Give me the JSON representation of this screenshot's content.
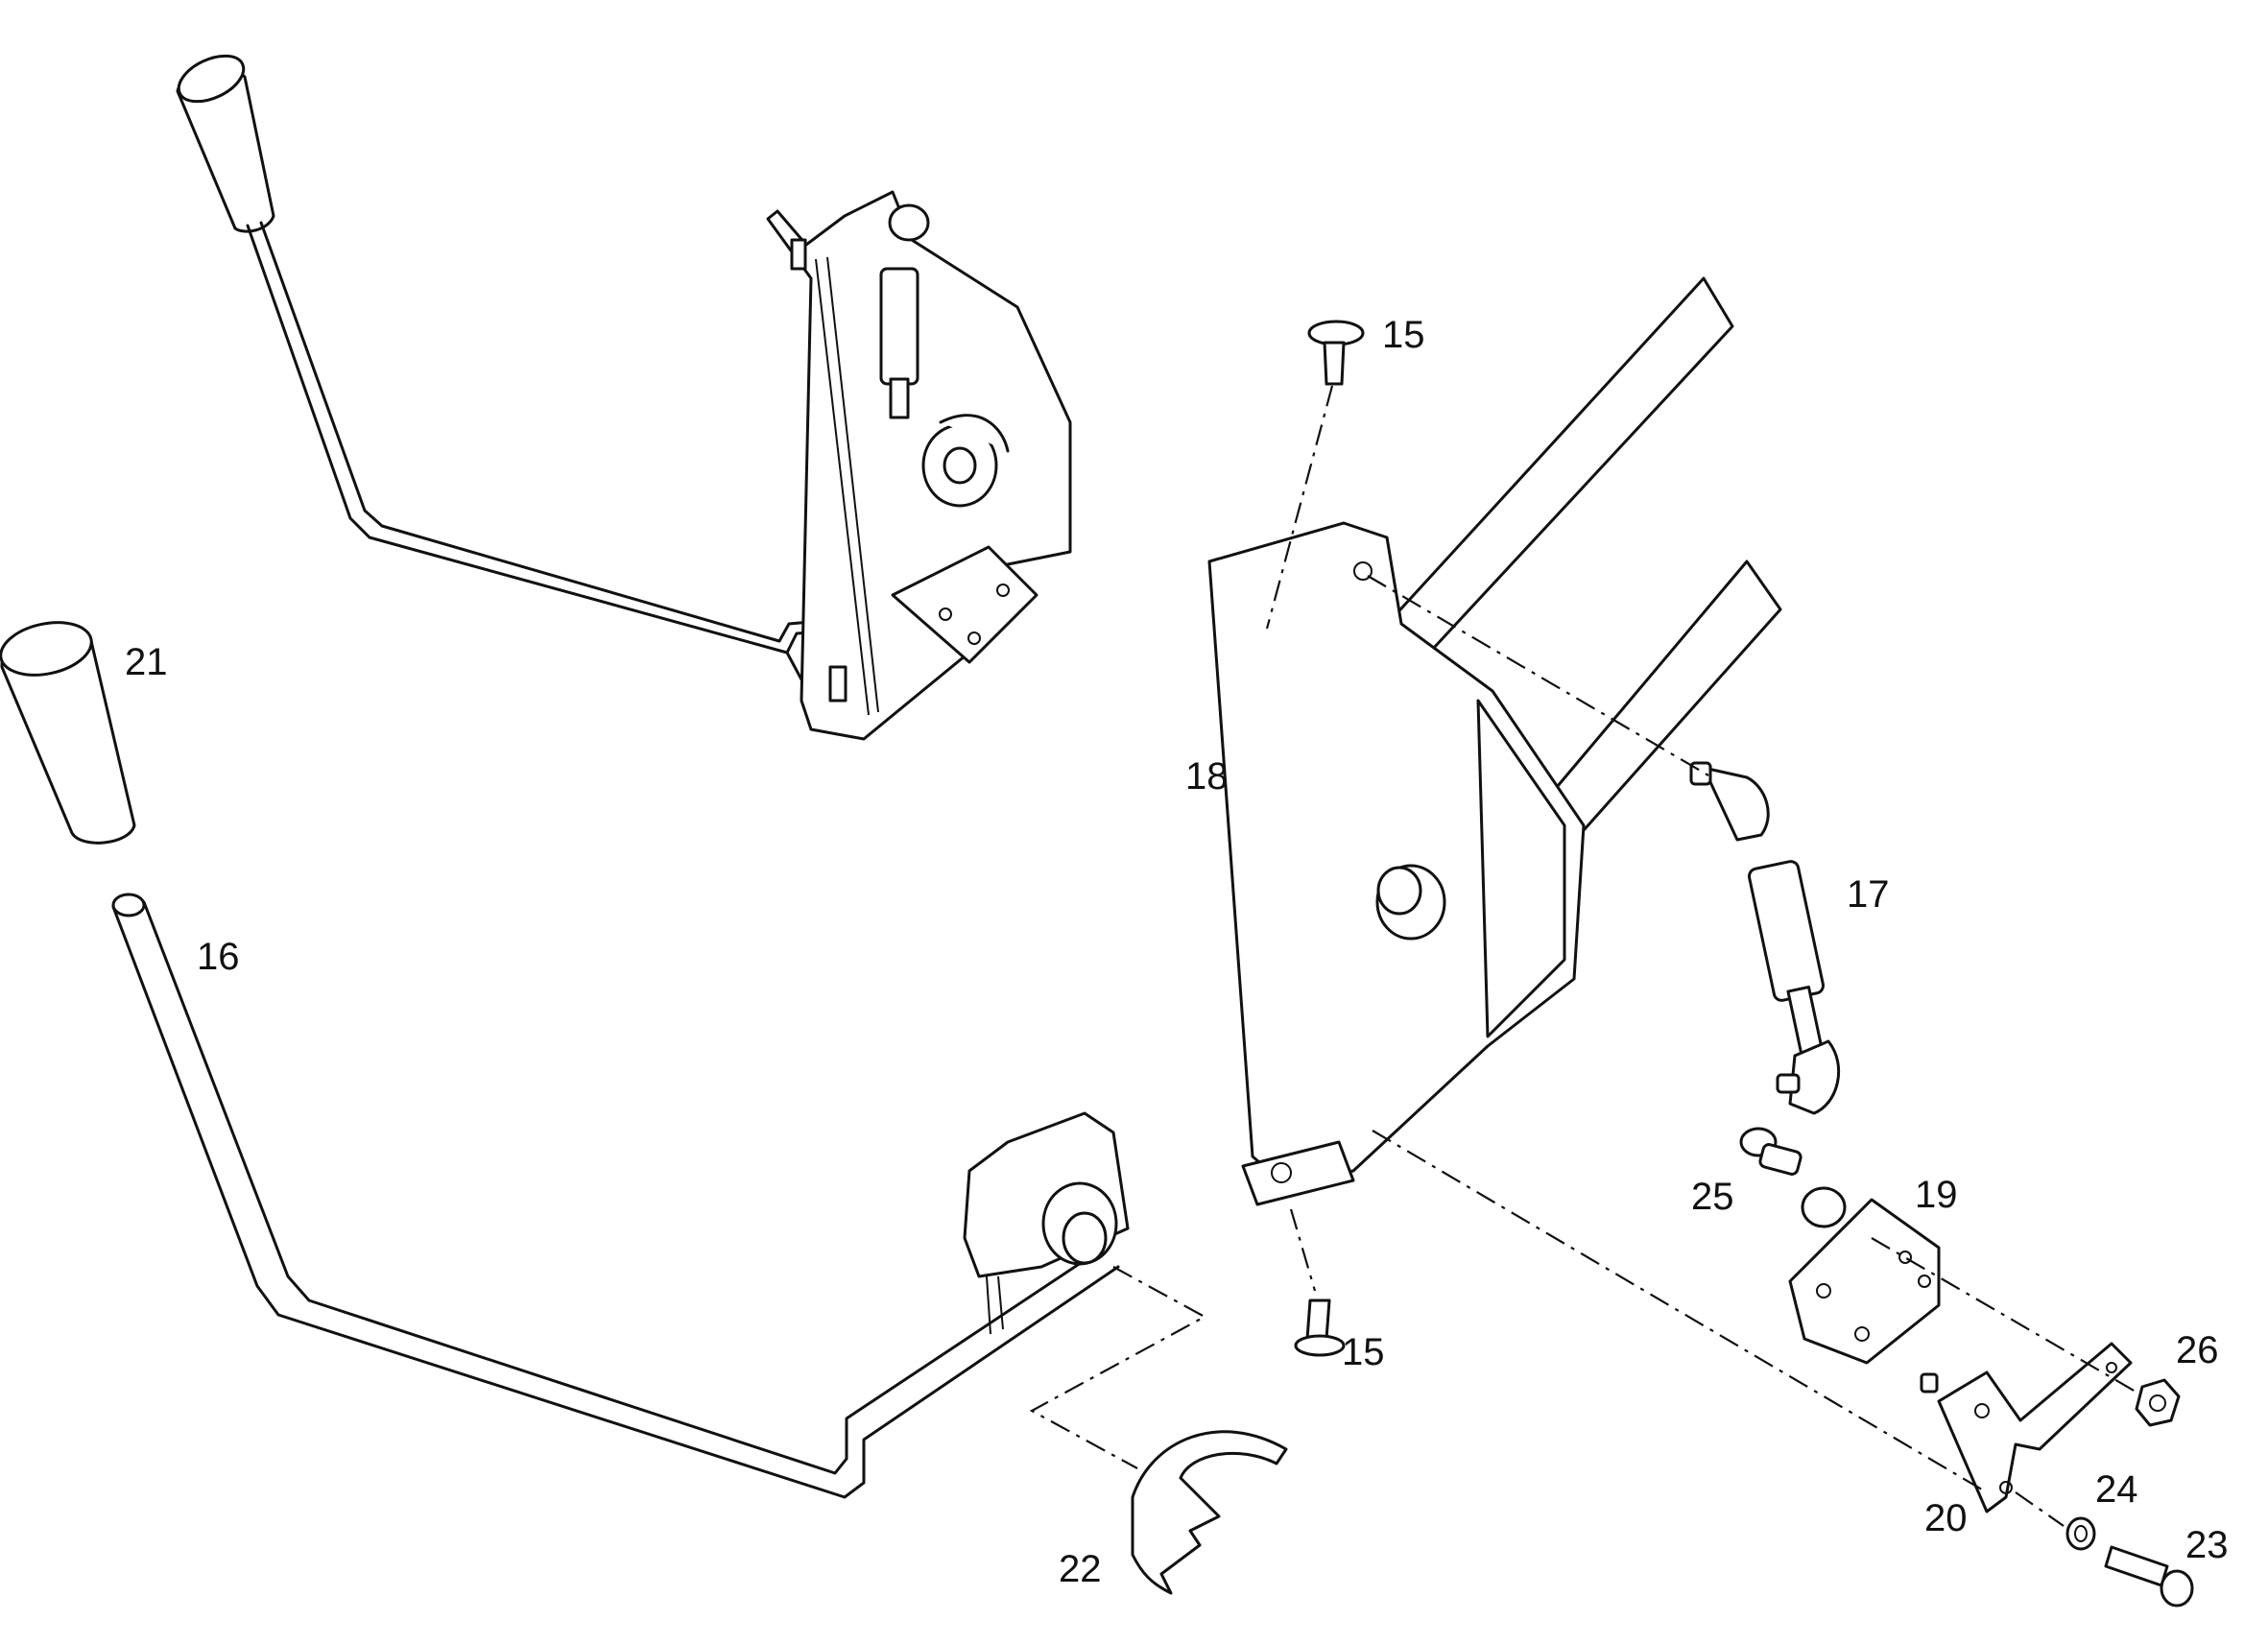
{
  "labels": {
    "p15a": "15",
    "p15b": "15",
    "p16": "16",
    "p17": "17",
    "p18": "18",
    "p19": "19",
    "p20": "20",
    "p21": "21",
    "p22": "22",
    "p23": "23",
    "p24": "24",
    "p25": "25",
    "p26": "26"
  }
}
